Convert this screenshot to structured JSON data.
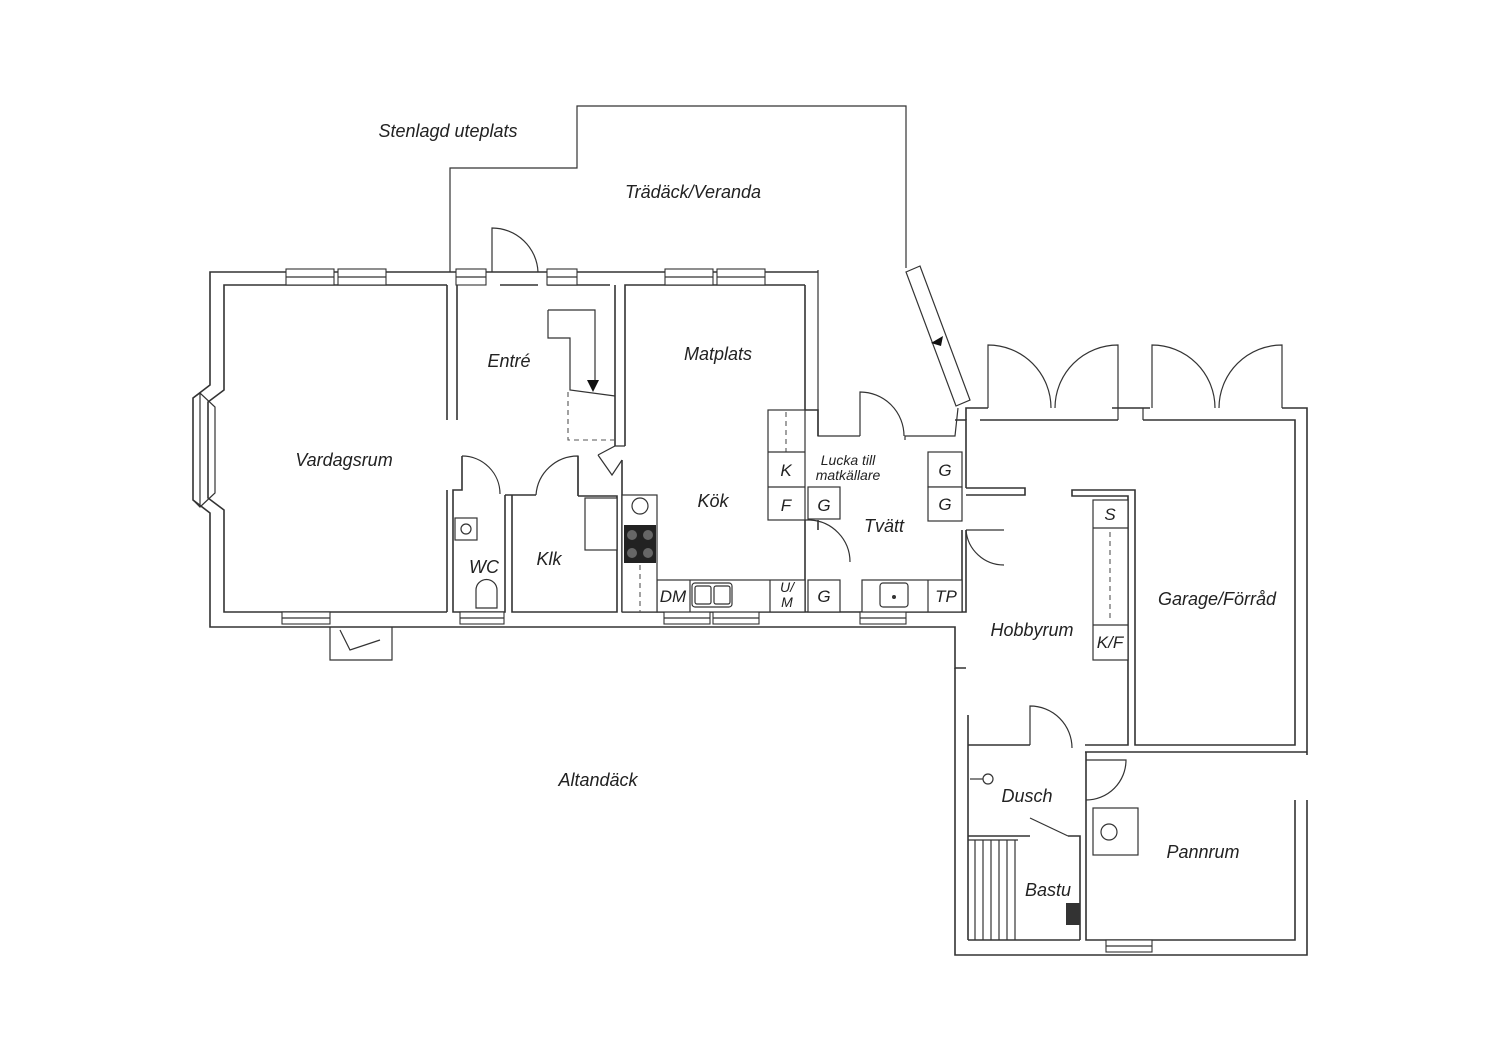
{
  "rooms": {
    "stenlagd_uteplats": "Stenlagd uteplats",
    "tradack_veranda": "Trädäck/Veranda",
    "entre": "Entré",
    "matplats": "Matplats",
    "vardagsrum": "Vardagsrum",
    "kok": "Kök",
    "wc": "WC",
    "klk": "Klk",
    "tvatt": "Tvätt",
    "lucka_line1": "Lucka till",
    "lucka_line2": "matkällare",
    "hobbyrum": "Hobbyrum",
    "garage_forrad": "Garage/Förråd",
    "altandack": "Altandäck",
    "dusch": "Dusch",
    "bastu": "Bastu",
    "pannrum": "Pannrum"
  },
  "fixtures": {
    "k": "K",
    "f": "F",
    "g": "G",
    "dm": "DM",
    "um_top": "U/",
    "um_bottom": "M",
    "tp": "TP",
    "s": "S",
    "kf": "K/F"
  },
  "colors": {
    "walls": "#333333",
    "background": "#ffffff",
    "stove": "#222222"
  }
}
